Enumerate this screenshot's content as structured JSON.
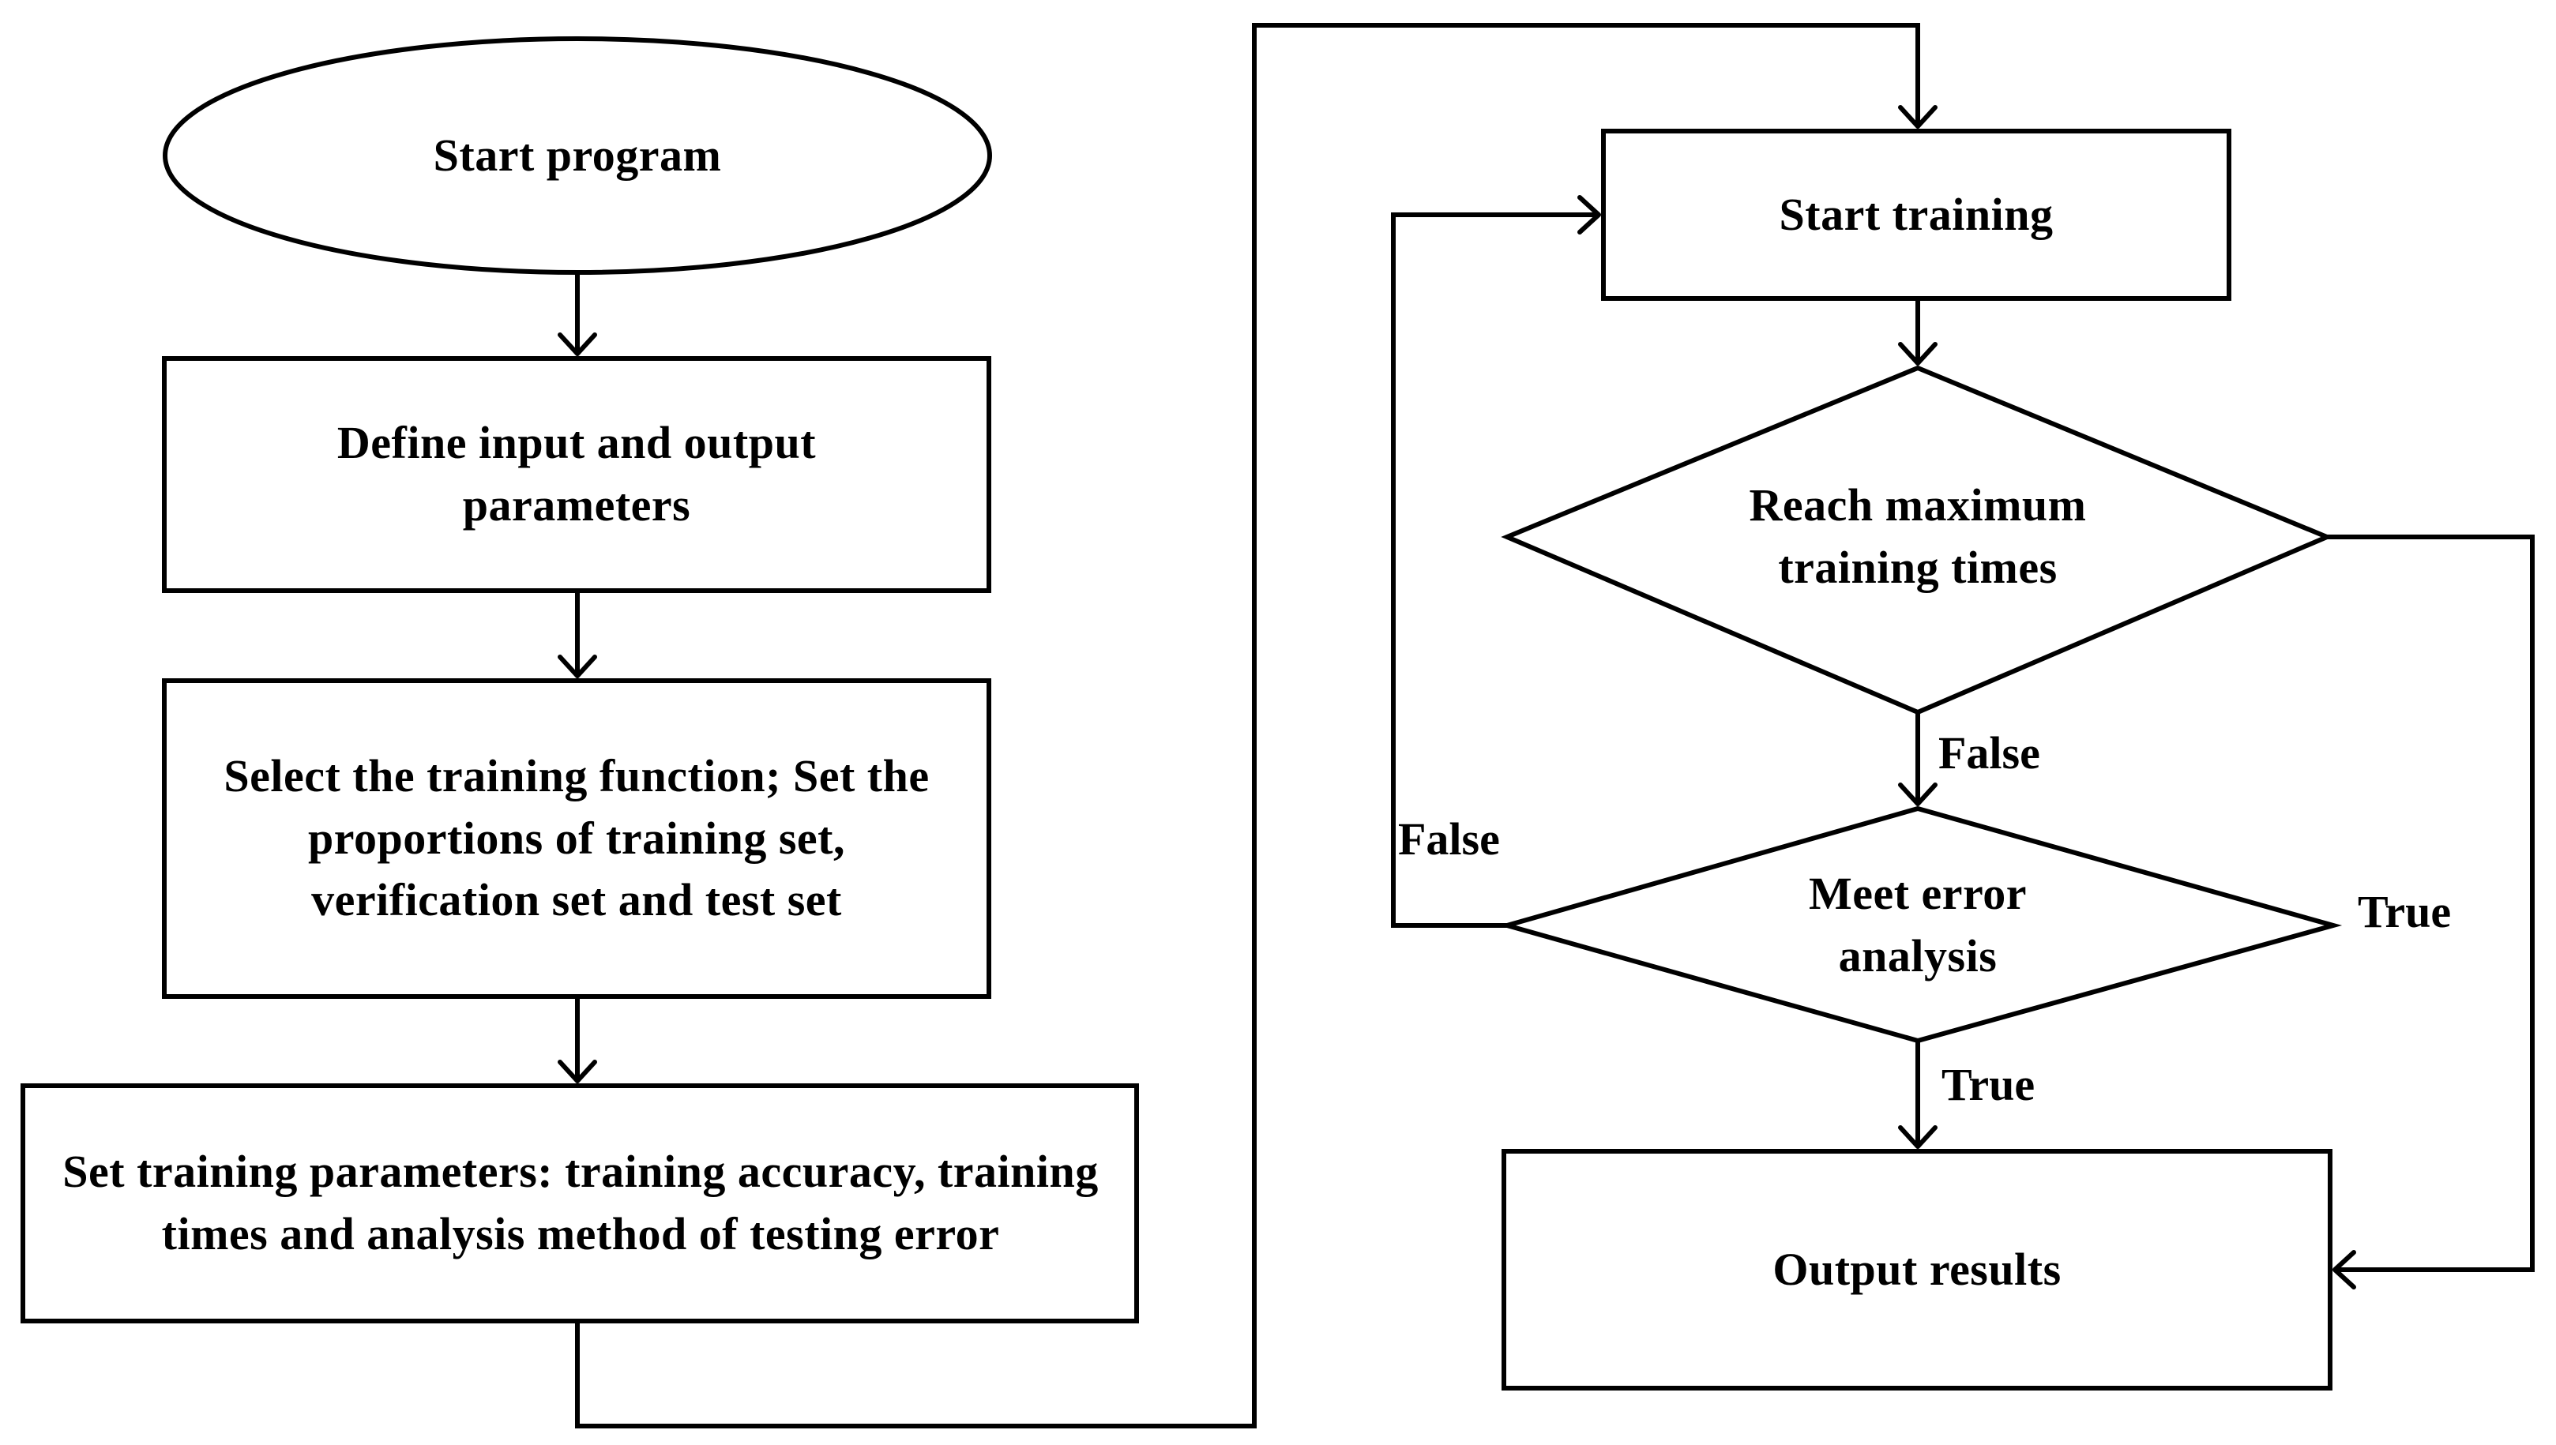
{
  "nodes": {
    "start_program": "Start program",
    "define_params": "Define input and output parameters",
    "select_function": "Select the training function; Set the proportions of training set, verification set and test set",
    "set_training_params": "Set training parameters: training accuracy, training times and analysis method of testing error",
    "start_training": "Start training",
    "reach_max": "Reach maximum training times",
    "meet_error": "Meet error analysis",
    "output_results": "Output results"
  },
  "edge_labels": {
    "reach_max_false": "False",
    "meet_error_false": "False",
    "meet_error_true": "True",
    "reach_max_true": "True"
  }
}
